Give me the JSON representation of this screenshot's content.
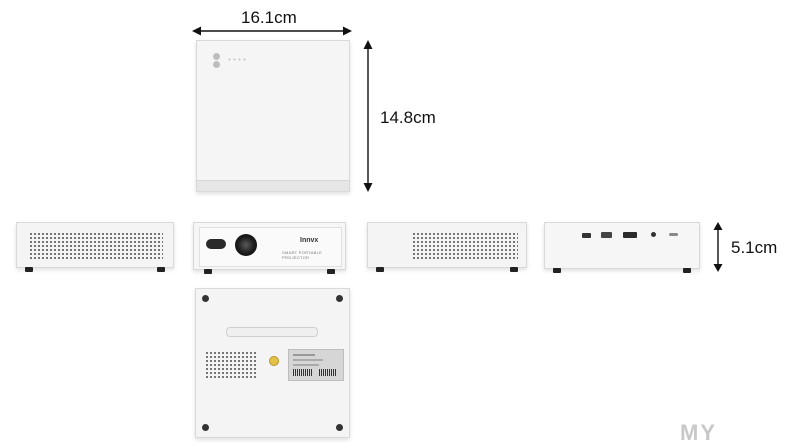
{
  "dimensions": {
    "width_label": "16.1cm",
    "depth_label": "14.8cm",
    "height_label": "5.1cm"
  },
  "front_panel": {
    "brand": "Innvx",
    "tagline": "SMART PORTABLE PROJECTOR"
  },
  "watermark": "MY"
}
